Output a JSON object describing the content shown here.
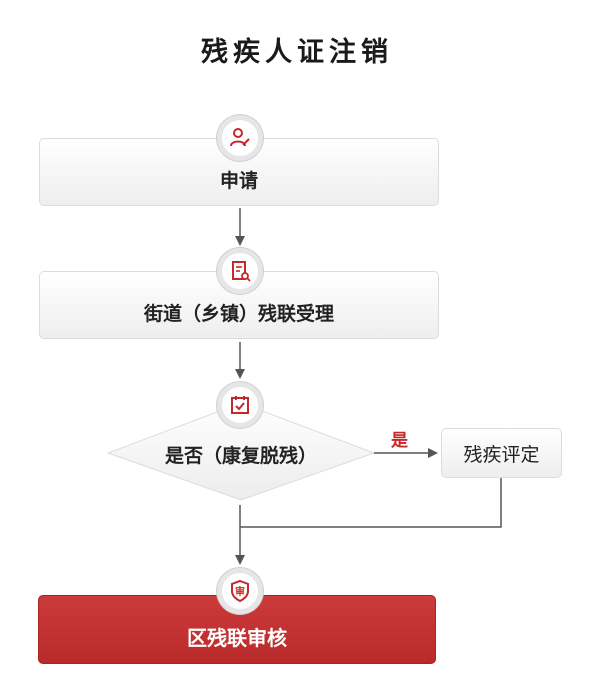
{
  "title": "残疾人证注销",
  "steps": {
    "apply": "申请",
    "accept": "街道（乡镇）残联受理",
    "decision": "是否（康复脱残）",
    "assess": "残疾评定",
    "review": "区残联审核"
  },
  "branch": {
    "yes": "是"
  },
  "icons": {
    "apply": "user-edit-icon",
    "accept": "document-search-icon",
    "decision": "calendar-check-icon",
    "review": "shield-approve-icon"
  },
  "colors": {
    "accent_red": "#c62828",
    "review_box": "#c0302f",
    "arrow": "#555555"
  }
}
